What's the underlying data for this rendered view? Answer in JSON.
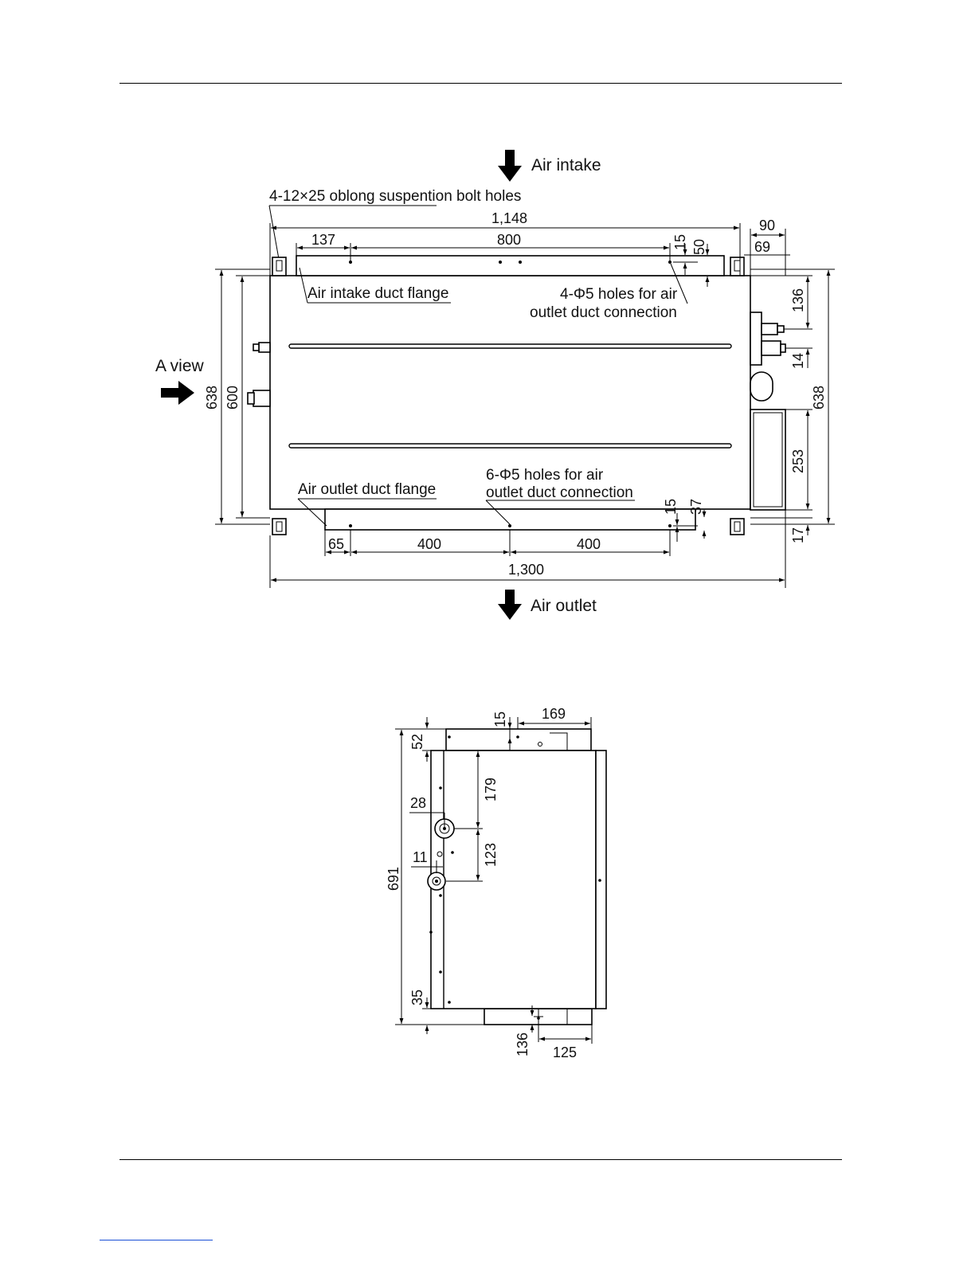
{
  "labels": {
    "air_intake": "Air intake",
    "air_outlet": "Air outlet",
    "suspension_holes": "4-12×25 oblong suspention bolt holes",
    "intake_flange": "Air intake duct flange",
    "outlet_flange": "Air outlet duct flange",
    "intake_holes_line1": "4-Φ5 holes for air",
    "intake_holes_line2": "outlet duct connection",
    "outlet_holes_line1": "6-Φ5 holes for air",
    "outlet_holes_line2": "outlet duct connection",
    "a_view": "A view"
  },
  "top_view_dims": {
    "width_1148": "1,148",
    "d137": "137",
    "d800": "800",
    "d15_top": "15",
    "d50": "50",
    "d90": "90",
    "d69": "69",
    "d136": "136",
    "d14": "14",
    "d638_left": "638",
    "d600": "600",
    "d638_right": "638",
    "d253": "253",
    "d17": "17",
    "d15_bottom": "15",
    "d37": "37",
    "d65": "65",
    "d400_a": "400",
    "d400_b": "400",
    "width_1300": "1,300"
  },
  "side_view_dims": {
    "d15": "15",
    "d169": "169",
    "d52": "52",
    "d179": "179",
    "d28": "28",
    "d123": "123",
    "d11": "11",
    "d691": "691",
    "d35": "35",
    "d136": "136",
    "d125": "125"
  }
}
